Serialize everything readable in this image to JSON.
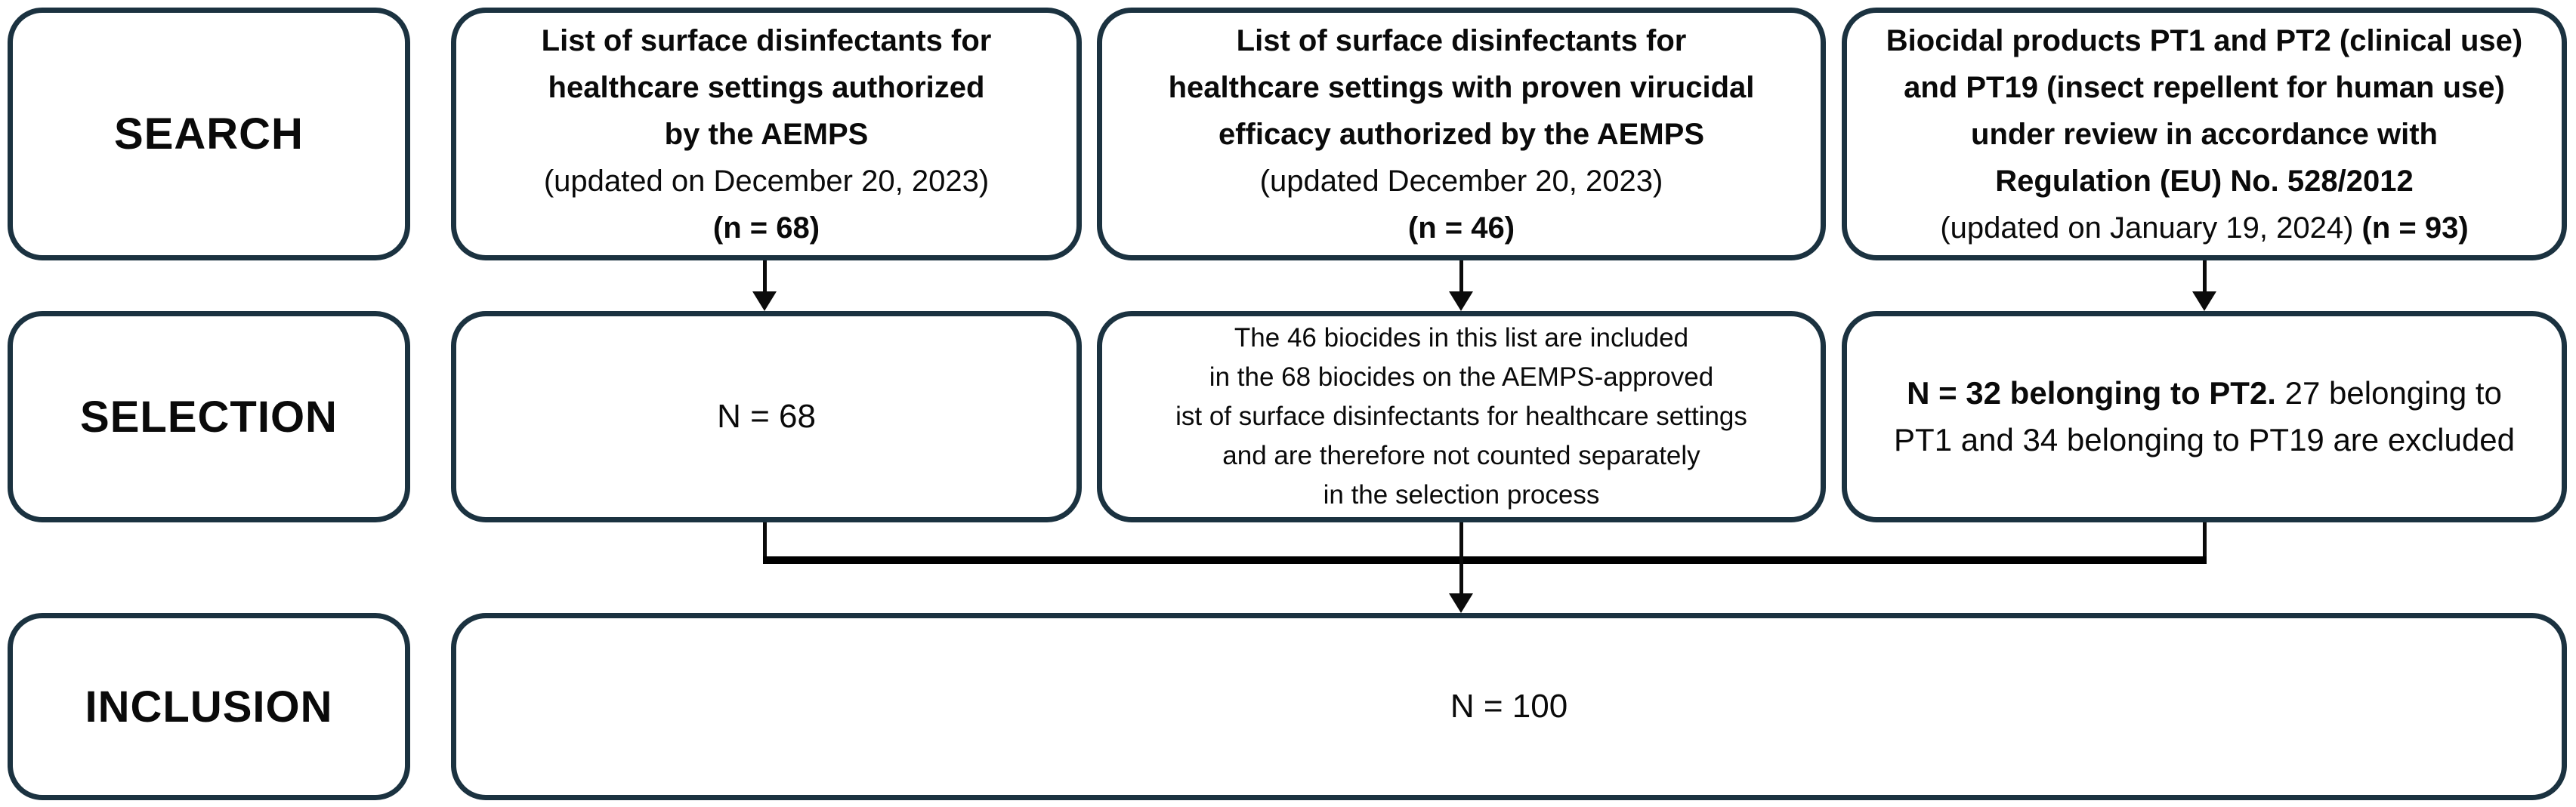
{
  "stages": [
    {
      "label": "SEARCH"
    },
    {
      "label": "SELECTION"
    },
    {
      "label": "INCLUSION"
    }
  ],
  "search_row": {
    "aemps_list": {
      "lines": [
        [
          {
            "t": "List of surface disinfectants for",
            "b": true
          }
        ],
        [
          {
            "t": "healthcare settings authorized",
            "b": true
          }
        ],
        [
          {
            "t": "by the AEMPS",
            "b": true
          }
        ],
        [
          {
            "t": "(updated on December 20, 2023)",
            "b": false
          }
        ],
        [
          {
            "t": "(n = 68)",
            "b": true
          }
        ]
      ]
    },
    "virucidal_list": {
      "lines": [
        [
          {
            "t": "List of surface disinfectants for",
            "b": true
          }
        ],
        [
          {
            "t": "healthcare settings with proven virucidal",
            "b": true
          }
        ],
        [
          {
            "t": "efficacy authorized by the AEMPS",
            "b": true
          }
        ],
        [
          {
            "t": "(updated December 20, 2023)",
            "b": false
          }
        ],
        [
          {
            "t": "(n = 46)",
            "b": true
          }
        ]
      ]
    },
    "biocidal_pt": {
      "lines": [
        [
          {
            "t": "Biocidal products PT1 and PT2 (clinical use)",
            "b": true
          }
        ],
        [
          {
            "t": "and PT19 (insect repellent for human use)",
            "b": true
          }
        ],
        [
          {
            "t": "under review in accordance with",
            "b": true
          }
        ],
        [
          {
            "t": "Regulation (EU) No. 528/2012",
            "b": true
          }
        ],
        [
          {
            "t": "(updated on January 19, 2024) ",
            "b": false
          },
          {
            "t": "(n = 93)",
            "b": true
          }
        ]
      ]
    }
  },
  "selection_row": {
    "n68": {
      "text": "N = 68"
    },
    "note": {
      "lines": [
        [
          {
            "t": "The 46 biocides in this list are included",
            "b": false
          }
        ],
        [
          {
            "t": "in the 68 biocides on the AEMPS-approved",
            "b": false
          }
        ],
        [
          {
            "t": "ist of surface disinfectants for healthcare settings",
            "b": false
          }
        ],
        [
          {
            "t": "and are therefore not counted separately",
            "b": false
          }
        ],
        [
          {
            "t": "in the selection process",
            "b": false
          }
        ]
      ]
    },
    "pt2": {
      "lines": [
        [
          {
            "t": "N = 32 belonging to PT2.",
            "b": true
          },
          {
            "t": " 27 belonging to",
            "b": false
          }
        ],
        [
          {
            "t": "PT1 and 34 belonging to PT19 are excluded",
            "b": false
          }
        ]
      ]
    }
  },
  "inclusion_row": {
    "n100": {
      "text": "N = 100"
    }
  },
  "colors": {
    "box_border": "#1b3240",
    "connector": "#0b0b0b",
    "merge_bar": "#000000",
    "text": "#0a0a0a",
    "background": "#ffffff"
  }
}
